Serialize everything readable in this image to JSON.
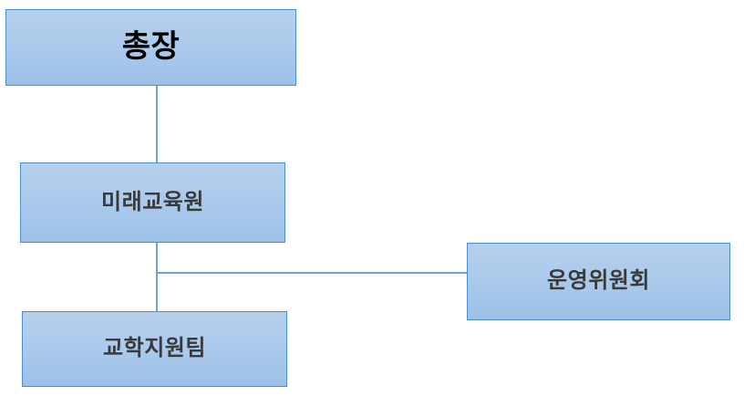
{
  "diagram": {
    "type": "organization-chart",
    "title": "",
    "colors": {
      "node_fill_top": "#b6cfeb",
      "node_fill_bottom": "#9cc0e8",
      "node_border": "#4a8ed4",
      "connector": "#6ba3dd",
      "text_primary": "#000000",
      "text_secondary": "#3a3a3a",
      "background": "#ffffff"
    },
    "nodes": [
      {
        "id": "president",
        "label": "총장",
        "level": 0
      },
      {
        "id": "institute",
        "label": "미래교육원",
        "level": 1
      },
      {
        "id": "support_team",
        "label": "교학지원팀",
        "level": 2
      },
      {
        "id": "committee",
        "label": "운영위원회",
        "level": 2
      }
    ],
    "edges": [
      {
        "from": "president",
        "to": "institute",
        "style": "vertical"
      },
      {
        "from": "institute",
        "to": "support_team",
        "style": "vertical"
      },
      {
        "from": "institute",
        "to": "committee",
        "style": "elbow-right"
      }
    ]
  }
}
